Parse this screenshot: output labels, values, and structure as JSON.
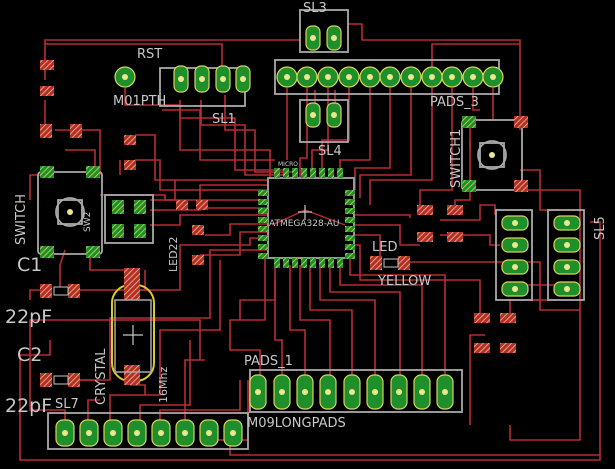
{
  "window": {
    "title": ""
  },
  "colors": {
    "background": "#000000",
    "trace": "#b82b34",
    "pad": "#1e8f2b",
    "pad_hatch": "#d9d45a",
    "outline": "#a9a9a9",
    "silk": "#c8c8c8",
    "crystal_outline": "#d6cc2c",
    "via": "#ece68c"
  },
  "labels": {
    "sl3": "SL3",
    "rst": "RST",
    "m01pth": "M01PTH",
    "sl1": "SL1",
    "pads_3": "PADS_3",
    "switch1": "SWITCH1",
    "sl4": "SL4",
    "micro": "MICRO",
    "atmega": "ATMEGA328-AU",
    "switch": "SWITCH",
    "c1": "C1",
    "led": "LED",
    "yellow": "YELLOW",
    "sl5": "SL5",
    "pf1": "22pF",
    "c2": "C2",
    "pf2": "22pF",
    "crystal": "CRYSTAL",
    "freq": "16Mhz",
    "sl7": "SL7",
    "pads_1": "PADS_1",
    "m09": "M09LONGPADS",
    "led2": "LED22",
    "sw2": "SW2"
  },
  "icons": [
    "crosshair-icon"
  ]
}
